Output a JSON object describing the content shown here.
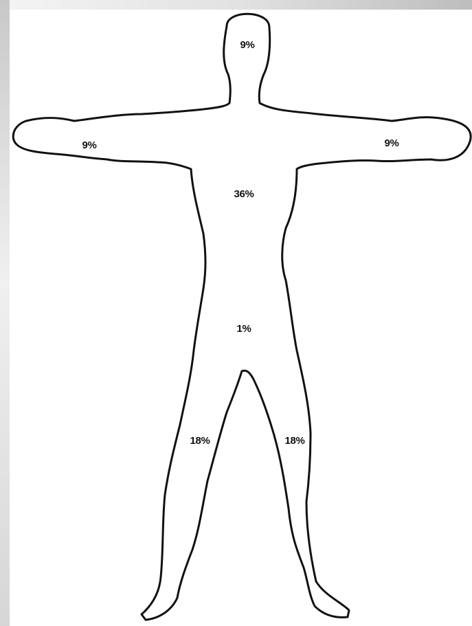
{
  "colors": {
    "outline": "#111111",
    "figure_fill": "#ffffff",
    "frame_gray_dark": "#cfcfcf",
    "frame_gray_light": "#f2f2f2"
  },
  "regions": {
    "head": "9%",
    "left_arm": "9%",
    "right_arm": "9%",
    "trunk": "36%",
    "groin": "1%",
    "left_leg": "18%",
    "right_leg": "18%"
  }
}
